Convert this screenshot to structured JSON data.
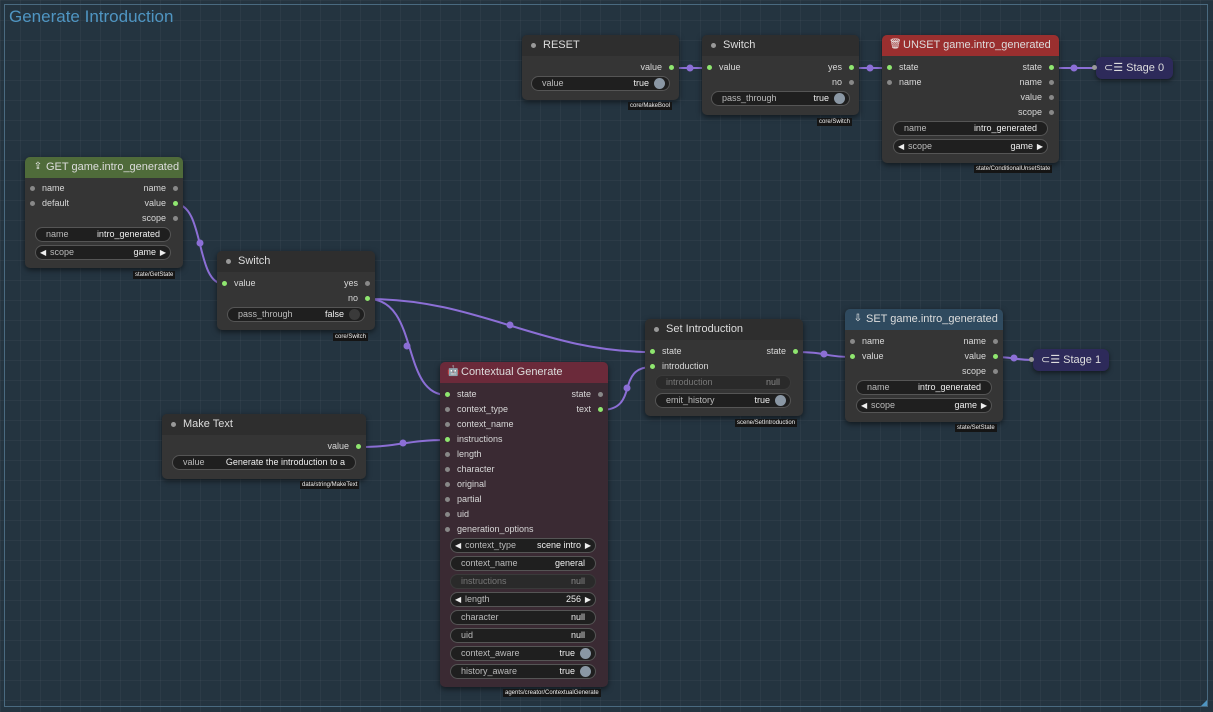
{
  "group": {
    "title": "Generate Introduction"
  },
  "colors": {
    "link": "#8c6fd6",
    "socket_on": "#8fe66f",
    "unset_header": "#9a2f2f",
    "get_header": "#4f6b3a",
    "set_header": "#2f4a5f",
    "gen_header": "#6b2a3a",
    "stage_bg": "#2d2a5a"
  },
  "nodes": {
    "reset": {
      "title": "RESET",
      "out_value": "value",
      "w_label": "value",
      "w_value": "true",
      "tag": "core/MakeBool"
    },
    "switch1": {
      "title": "Switch",
      "in_value": "value",
      "out_yes": "yes",
      "out_no": "no",
      "w_label": "pass_through",
      "w_value": "true",
      "tag": "core/Switch"
    },
    "unset": {
      "title": "UNSET game.intro_generated",
      "icon": "trash-icon",
      "in_state": "state",
      "in_name": "name",
      "out_state": "state",
      "out_name": "name",
      "out_value": "value",
      "out_scope": "scope",
      "w_name_label": "name",
      "w_name_value": "intro_generated",
      "w_scope_label": "scope",
      "w_scope_value": "game",
      "tag": "state/ConditionalUnsetState"
    },
    "stage0": {
      "label": "Stage 0"
    },
    "get": {
      "title": "GET game.intro_generated",
      "icon": "upload-icon",
      "in_name": "name",
      "in_default": "default",
      "out_name": "name",
      "out_value": "value",
      "out_scope": "scope",
      "w_name_label": "name",
      "w_name_value": "intro_generated",
      "w_scope_label": "scope",
      "w_scope_value": "game",
      "tag": "state/GetState"
    },
    "switch2": {
      "title": "Switch",
      "in_value": "value",
      "out_yes": "yes",
      "out_no": "no",
      "w_label": "pass_through",
      "w_value": "false",
      "tag": "core/Switch"
    },
    "setintro": {
      "title": "Set Introduction",
      "in_state": "state",
      "in_intro": "introduction",
      "out_state": "state",
      "w_intro_label": "introduction",
      "w_intro_value": "null",
      "w_hist_label": "emit_history",
      "w_hist_value": "true",
      "tag": "scene/SetIntroduction"
    },
    "set": {
      "title": "SET game.intro_generated",
      "icon": "download-icon",
      "in_name": "name",
      "in_value": "value",
      "out_name": "name",
      "out_value": "value",
      "out_scope": "scope",
      "w_name_label": "name",
      "w_name_value": "intro_generated",
      "w_scope_label": "scope",
      "w_scope_value": "game",
      "tag": "state/SetState"
    },
    "stage1": {
      "label": "Stage 1"
    },
    "maketext": {
      "title": "Make Text",
      "out_value": "value",
      "w_label": "value",
      "w_value": "Generate the introduction to a",
      "tag": "data/string/MakeText"
    },
    "gen": {
      "title": "Contextual Generate",
      "icon": "robot-icon",
      "inputs": [
        "state",
        "context_type",
        "context_name",
        "instructions",
        "length",
        "character",
        "original",
        "partial",
        "uid",
        "generation_options"
      ],
      "out_state": "state",
      "out_text": "text",
      "widgets": [
        {
          "label": "context_type",
          "value": "scene intro",
          "kind": "combo"
        },
        {
          "label": "context_name",
          "value": "general",
          "kind": "text"
        },
        {
          "label": "instructions",
          "value": "null",
          "kind": "disabled"
        },
        {
          "label": "length",
          "value": "256",
          "kind": "combo"
        },
        {
          "label": "character",
          "value": "null",
          "kind": "text"
        },
        {
          "label": "uid",
          "value": "null",
          "kind": "text"
        },
        {
          "label": "context_aware",
          "value": "true",
          "kind": "toggle"
        },
        {
          "label": "history_aware",
          "value": "true",
          "kind": "toggle"
        }
      ],
      "tag": "agents/creator/ContextualGenerate"
    }
  }
}
